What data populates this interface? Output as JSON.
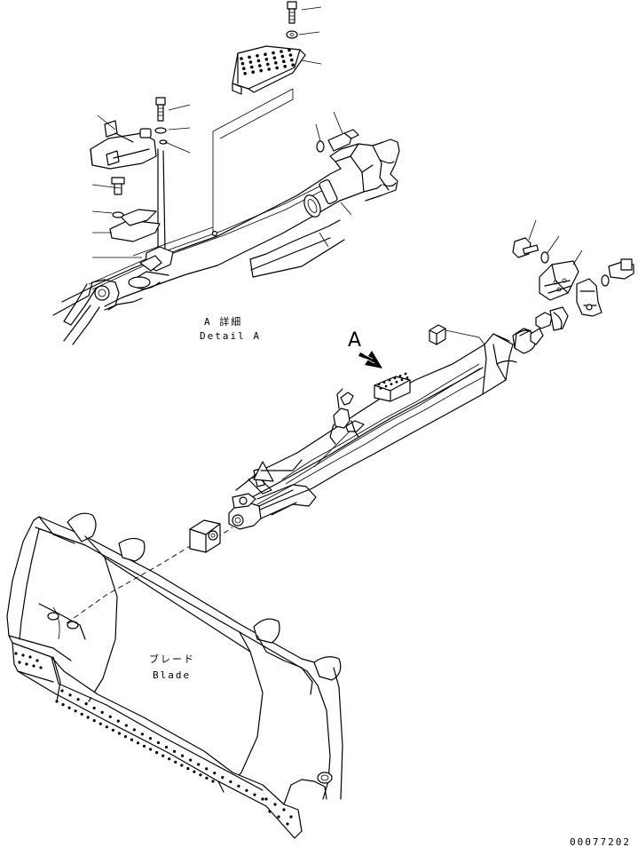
{
  "labels": {
    "detail_jp": "A 詳細",
    "detail_en": "Detail A",
    "view_marker": "A",
    "blade_jp": "ブレード",
    "blade_en": "Blade",
    "drawing_number": "00077202"
  },
  "icons": {
    "view_arrow": "arrow-down-right-icon"
  }
}
